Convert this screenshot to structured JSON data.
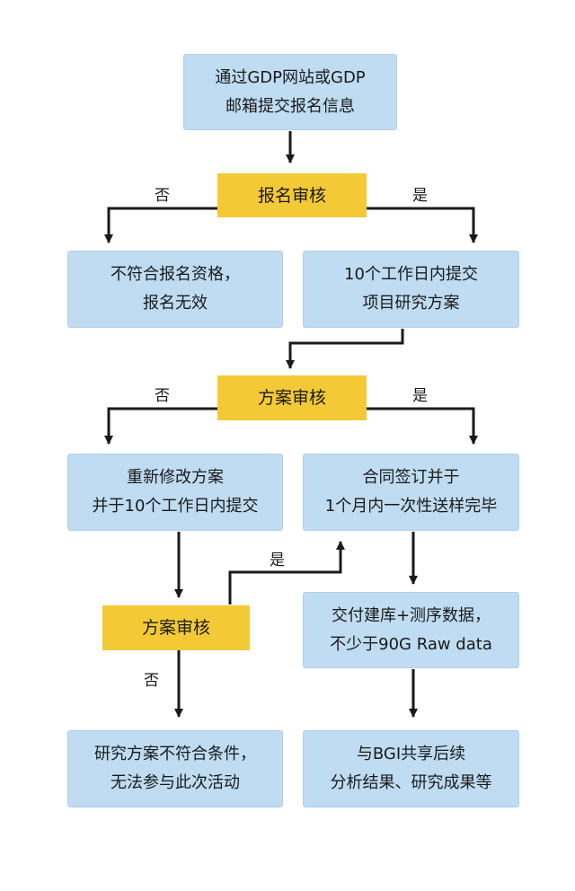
{
  "nodes": {
    "submit_info": [
      "通过GDP网站或GDP",
      "邮箱提交报名信息"
    ],
    "review_signup": [
      "报名审核"
    ],
    "not_qualified": [
      "不符合报名资格，",
      "报名无效"
    ],
    "submit_plan": [
      "10个工作日内提交",
      "项目研究方案"
    ],
    "review_plan_1": [
      "方案审核"
    ],
    "revise_plan": [
      "重新修改方案",
      "并于10个工作日内提交"
    ],
    "sign_contract": [
      "合同签订并于",
      "1个月内一次性送样完毕"
    ],
    "review_plan_2": [
      "方案审核"
    ],
    "deliver_data": [
      "交付建库+测序数据，",
      "不少于90G Raw data"
    ],
    "plan_rejected": [
      "研究方案不符合条件，",
      "无法参与此次活动"
    ],
    "share_results": [
      "与BGI共享后续",
      "分析结果、研究成果等"
    ]
  },
  "labels": {
    "no_1": "否",
    "yes_1": "是",
    "no_2": "否",
    "yes_2": "是",
    "yes_3": "是",
    "no_3": "否"
  }
}
